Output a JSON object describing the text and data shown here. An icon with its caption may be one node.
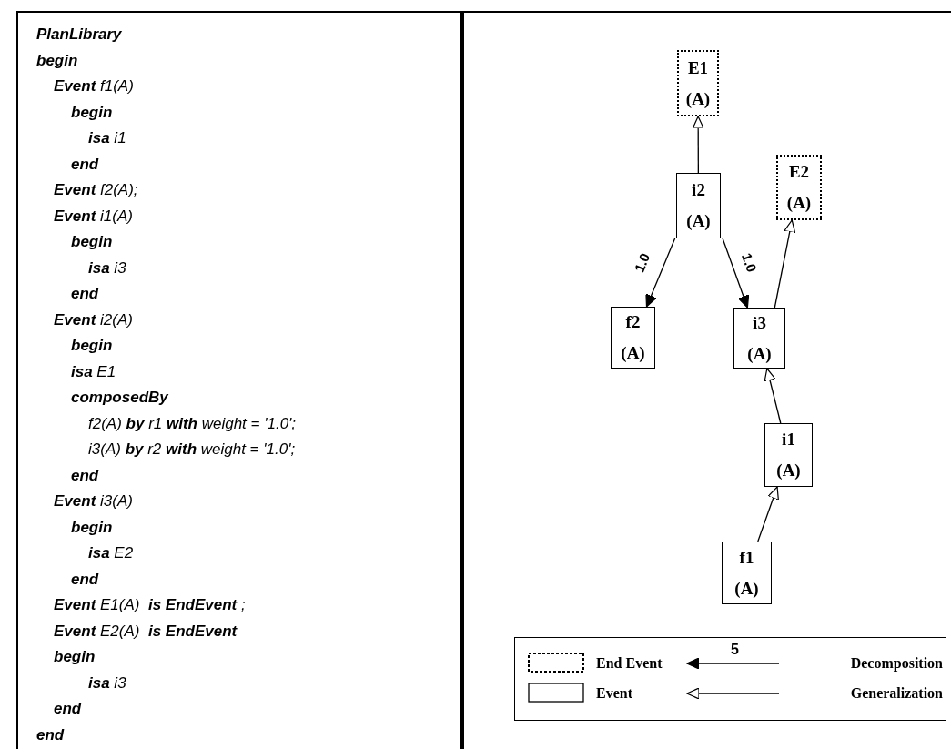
{
  "diagram": {
    "nodes": [
      {
        "text": [
          "E1 (A)"
        ]
      },
      {
        "text": [
          "i2 (A)"
        ]
      },
      {
        "text": [
          "E2 (A)"
        ]
      },
      {
        "text": [
          "f2 (A)"
        ]
      },
      {
        "text": [
          "i3 (A)"
        ]
      },
      {
        "text": [
          "i1 (A)"
        ]
      },
      {
        "text": [
          "f1 (A)"
        ]
      }
    ],
    "edges": [
      {
        "from": 1,
        "to": 0,
        "arrow": "to"
      },
      {
        "from": 1,
        "to": 3,
        "arrow": "to",
        "label": "1.0"
      },
      {
        "from": 1,
        "to": 4,
        "arrow": "to",
        "label": "1.0"
      },
      {
        "from": 4,
        "to": 2,
        "arrow": "to"
      },
      {
        "from": 5,
        "to": 4,
        "arrow": "to"
      },
      {
        "from": 6,
        "to": 5,
        "arrow": "to"
      }
    ],
    "labels": [
      "**PlanLibrary**",
      "**begin**",
      "**Event** f1(A)",
      "**begin**",
      "**isa** i1",
      "**end**",
      "**Event** f2(A);",
      "**Event** i1(A)",
      "**begin**",
      "**isa** i3",
      "**end**",
      "**Event** i2(A)",
      "**begin**",
      "**isa** E1",
      "**composedBy**",
      "f2(A) **by** r1 **with** weight = '1.0';",
      "i3(A) **by** r2 **with** weight = '1.0';",
      "**end**",
      "**Event** i3(A)",
      "**begin**",
      "**isa** E2",
      "**end**",
      "**Event** E1(A)  **is EndEvent** ;",
      "**Event** E2(A)  **is EndEvent**",
      "**begin**",
      "**isa** i3",
      "**end**",
      "**end**",
      "5"
    ],
    "legend": [
      {
        "text": "End Event"
      },
      {
        "text": "Event"
      },
      {
        "text": "Decomposition"
      },
      {
        "text": "Generalization"
      }
    ]
  }
}
